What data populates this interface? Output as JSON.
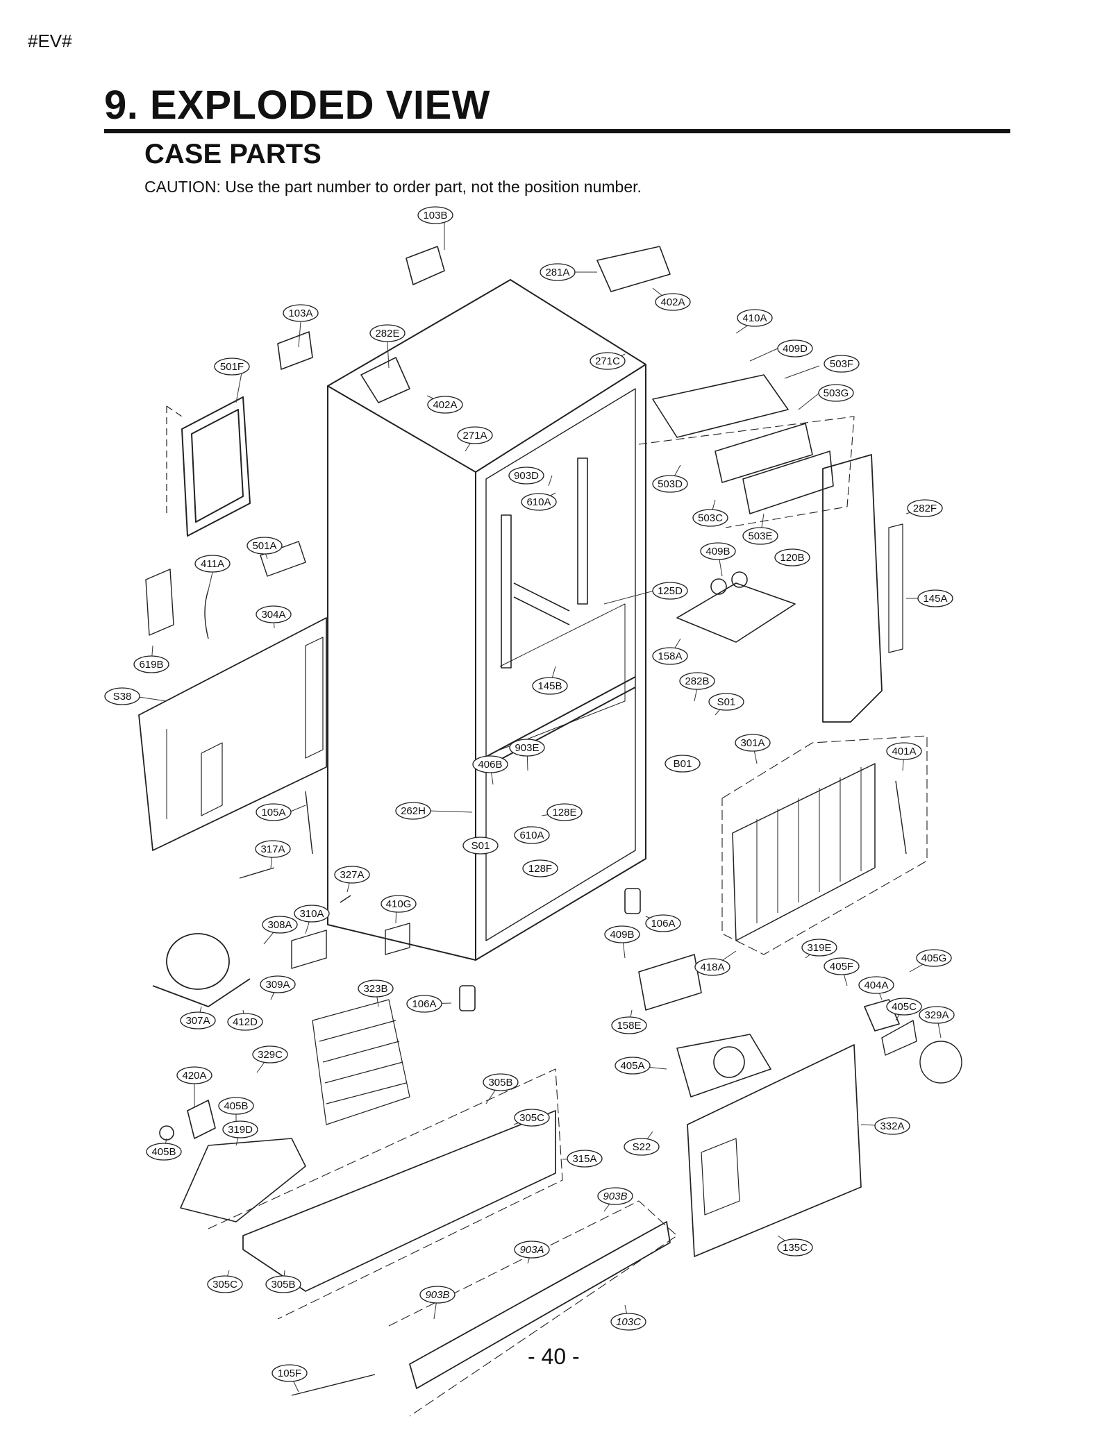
{
  "page": {
    "corner_tag": "#EV#",
    "title": "9. EXPLODED VIEW",
    "subtitle": "CASE PARTS",
    "caution": "CAUTION: Use the part number to order part, not the position number.",
    "page_number": "- 40 -"
  },
  "callouts": [
    {
      "id": "103B"
    },
    {
      "id": "281A"
    },
    {
      "id": "402A"
    },
    {
      "id": "103A"
    },
    {
      "id": "282E"
    },
    {
      "id": "410A"
    },
    {
      "id": "409D"
    },
    {
      "id": "503F"
    },
    {
      "id": "501F"
    },
    {
      "id": "271C"
    },
    {
      "id": "402A"
    },
    {
      "id": "503G"
    },
    {
      "id": "271A"
    },
    {
      "id": "903D"
    },
    {
      "id": "503D"
    },
    {
      "id": "610A"
    },
    {
      "id": "503C"
    },
    {
      "id": "282F"
    },
    {
      "id": "503E"
    },
    {
      "id": "501A"
    },
    {
      "id": "409B"
    },
    {
      "id": "120B"
    },
    {
      "id": "411A"
    },
    {
      "id": "125D"
    },
    {
      "id": "145A"
    },
    {
      "id": "304A"
    },
    {
      "id": "158A"
    },
    {
      "id": "619B"
    },
    {
      "id": "145B"
    },
    {
      "id": "282B"
    },
    {
      "id": "S38"
    },
    {
      "id": "S01"
    },
    {
      "id": "301A"
    },
    {
      "id": "401A"
    },
    {
      "id": "903E"
    },
    {
      "id": "406B"
    },
    {
      "id": "B01"
    },
    {
      "id": "262H"
    },
    {
      "id": "128E"
    },
    {
      "id": "105A"
    },
    {
      "id": "610A"
    },
    {
      "id": "S01"
    },
    {
      "id": "317A"
    },
    {
      "id": "128F"
    },
    {
      "id": "327A"
    },
    {
      "id": "410G"
    },
    {
      "id": "106A"
    },
    {
      "id": "310A"
    },
    {
      "id": "308A"
    },
    {
      "id": "409B"
    },
    {
      "id": "319E"
    },
    {
      "id": "405G"
    },
    {
      "id": "418A"
    },
    {
      "id": "405F"
    },
    {
      "id": "404A"
    },
    {
      "id": "309A"
    },
    {
      "id": "323B"
    },
    {
      "id": "106A"
    },
    {
      "id": "405C"
    },
    {
      "id": "329A"
    },
    {
      "id": "307A"
    },
    {
      "id": "412D"
    },
    {
      "id": "158E"
    },
    {
      "id": "329C"
    },
    {
      "id": "405A"
    },
    {
      "id": "420A"
    },
    {
      "id": "305B"
    },
    {
      "id": "405B"
    },
    {
      "id": "305C"
    },
    {
      "id": "332A"
    },
    {
      "id": "319D"
    },
    {
      "id": "S22"
    },
    {
      "id": "405B"
    },
    {
      "id": "315A"
    },
    {
      "id": "903B"
    },
    {
      "id": "903A"
    },
    {
      "id": "135C"
    },
    {
      "id": "305C"
    },
    {
      "id": "305B"
    },
    {
      "id": "903B"
    },
    {
      "id": "103C"
    },
    {
      "id": "105F"
    }
  ]
}
